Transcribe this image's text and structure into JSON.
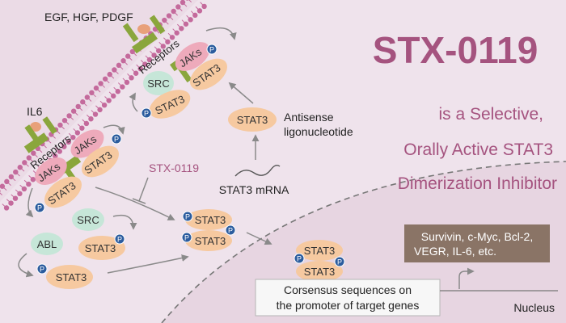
{
  "title": "STX-0119",
  "subtitle_lines": [
    "is a Selective,",
    "Orally Active STAT3",
    "Dimerization Inhibitor"
  ],
  "growth_factors": "EGF, HGF, PDGF",
  "cytokine": "IL6",
  "receptors_label": "Receptors",
  "jaks_label": "JAKs",
  "stat3_label": "STAT3",
  "src_label": "SRC",
  "abl_label": "ABL",
  "phospho_label": "P",
  "inhibitor_label": "STX-0119",
  "antisense_lines": [
    "Antisense",
    "ligonucleotide"
  ],
  "mrna_label": "STAT3 mRNA",
  "target_genes_lines": [
    "Survivin, c-Myc, Bcl-2,",
    "VEGR, IL-6, etc."
  ],
  "consensus_lines": [
    "Corsensus sequences on",
    "the promoter of target genes"
  ],
  "nucleus_label": "Nucleus",
  "colors": {
    "background": "#ebdbe6",
    "cytoplasm": "#efe3ec",
    "title": "#a5537f",
    "stat3": "#f6c9a0",
    "jaks": "#eeaabb",
    "src_abl": "#c6e6d8",
    "receptor": "#8aa63c",
    "phospho": "#2b5c9e",
    "gene_box": "#8a7466",
    "membrane": "#c46a9c"
  }
}
